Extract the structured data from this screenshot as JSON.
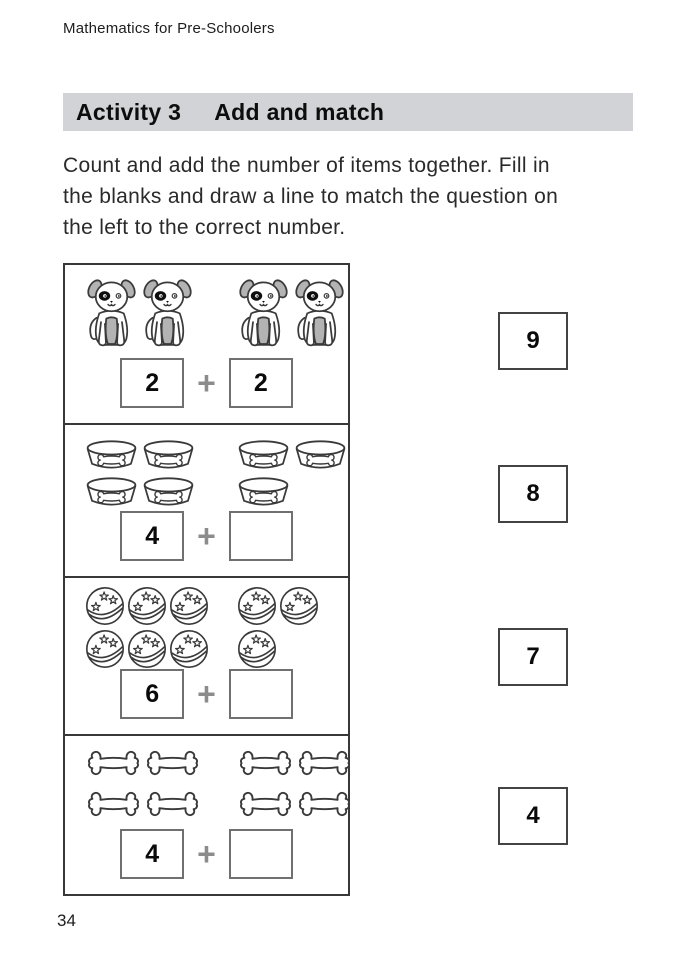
{
  "page": {
    "book_title": "Mathematics for Pre-Schoolers",
    "page_number": "34"
  },
  "activity": {
    "label": "Activity 3",
    "title": "Add and match"
  },
  "instructions": "Count and add the number of items together. Fill in\nthe blanks and draw a line to match the question on\nthe left to the correct number.",
  "worksheet": {
    "plus_sign": "+",
    "rows": [
      {
        "item": "dog",
        "item_plural": "dogs",
        "left_group_rows": [
          2
        ],
        "right_group_rows": [
          2
        ],
        "left_value": "2",
        "right_value": "2"
      },
      {
        "item": "bowl",
        "item_plural": "bowls",
        "left_group_rows": [
          2,
          2
        ],
        "right_group_rows": [
          2,
          1
        ],
        "left_value": "4",
        "right_value": ""
      },
      {
        "item": "ball",
        "item_plural": "balls",
        "left_group_rows": [
          3,
          3
        ],
        "right_group_rows": [
          2,
          1
        ],
        "left_value": "6",
        "right_value": ""
      },
      {
        "item": "bone",
        "item_plural": "bones",
        "left_group_rows": [
          2,
          2
        ],
        "right_group_rows": [
          2,
          2
        ],
        "left_value": "4",
        "right_value": ""
      }
    ]
  },
  "answers": {
    "options": [
      "9",
      "8",
      "7",
      "4"
    ]
  },
  "colors": {
    "title_bar_bg": "#d1d3d6",
    "line_art_stroke": "#3a3a3a",
    "gray_fill": "#b3b3b3",
    "input_box_border": "#707070",
    "answer_box_border": "#434343",
    "plus_sign": "#8c8c8c"
  }
}
